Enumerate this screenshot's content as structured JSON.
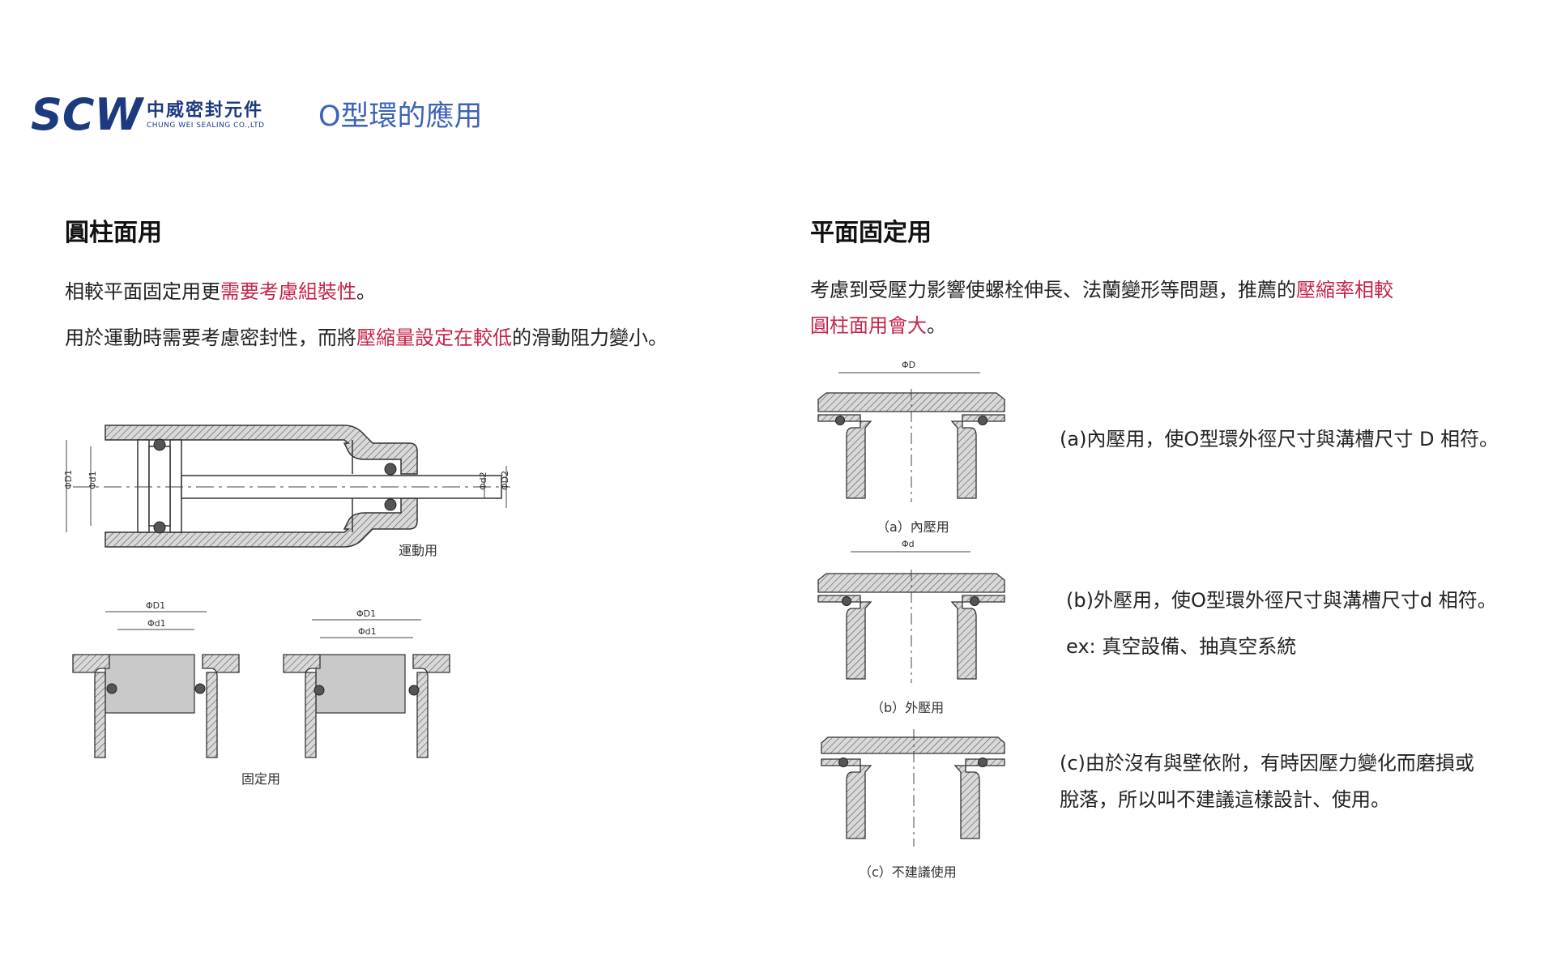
{
  "header": {
    "logo_mark": "SCW",
    "logo_cn": "中威密封元件",
    "logo_en": "CHUNG WEI SEALING CO.,LTD",
    "page_title": "O型環的應用"
  },
  "colors": {
    "title_blue": "#3d63b8",
    "logo_navy": "#1d3a80",
    "highlight_red": "#c6254a"
  },
  "left_section": {
    "title": "圓柱面用",
    "line1_a": "相較平面固定用更",
    "line1_hl": "需要考慮組裝性",
    "line1_b": "。",
    "line2_a": "用於運動時需要考慮密封性，而將",
    "line2_hl": "壓縮量設定在較低",
    "line2_b": "的滑動阻力變小。",
    "motion_caption": "運動用",
    "fixed_caption": "固定用",
    "dims": {
      "D1": "ΦD1",
      "d1": "Φd1",
      "d2": "Φd2",
      "D2": "ΦD2"
    }
  },
  "right_section": {
    "title": "平面固定用",
    "line1_a": "考慮到受壓力影響使螺栓伸長、法蘭變形等問題，推薦的",
    "line1_hl": "壓縮率相較",
    "line2_hl": "圓柱面用會大",
    "line2_b": "。",
    "diagrams": [
      {
        "dim": "ΦD",
        "caption": "（a）內壓用",
        "desc_lines": [
          "(a)內壓用，使O型環外徑尺寸與溝槽尺寸 D 相符。"
        ]
      },
      {
        "dim": "Φd",
        "caption": "（b）外壓用",
        "desc_lines": [
          "(b)外壓用，使O型環外徑尺寸與溝槽尺寸d 相符。",
          "ex: 真空設備、抽真空系統"
        ]
      },
      {
        "dim": "",
        "caption": "（c）不建議使用",
        "desc_lines": [
          "(c)由於沒有與壁依附，有時因壓力變化而磨損或",
          "脫落，所以叫不建議這樣設計、使用。"
        ]
      }
    ]
  }
}
